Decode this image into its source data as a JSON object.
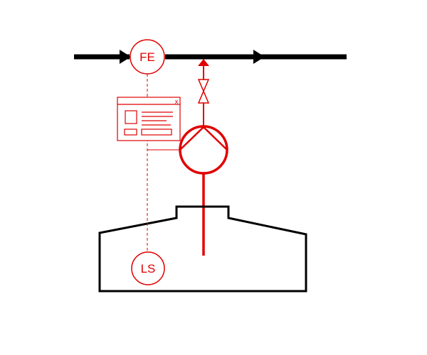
{
  "colors": {
    "process_line": "#000000",
    "injection_line": "#e00000",
    "tank_outline": "#000000",
    "background": "#ffffff"
  },
  "instruments": {
    "flow_element": {
      "tag": "FE"
    },
    "level_switch": {
      "tag": "LS"
    }
  },
  "controller_panel": {
    "icon": "window-panel-icon",
    "close_glyph": "x"
  },
  "equipment": {
    "pump": "centrifugal-pump-icon",
    "valve": "gate-valve-icon",
    "tank": "storage-tank"
  }
}
